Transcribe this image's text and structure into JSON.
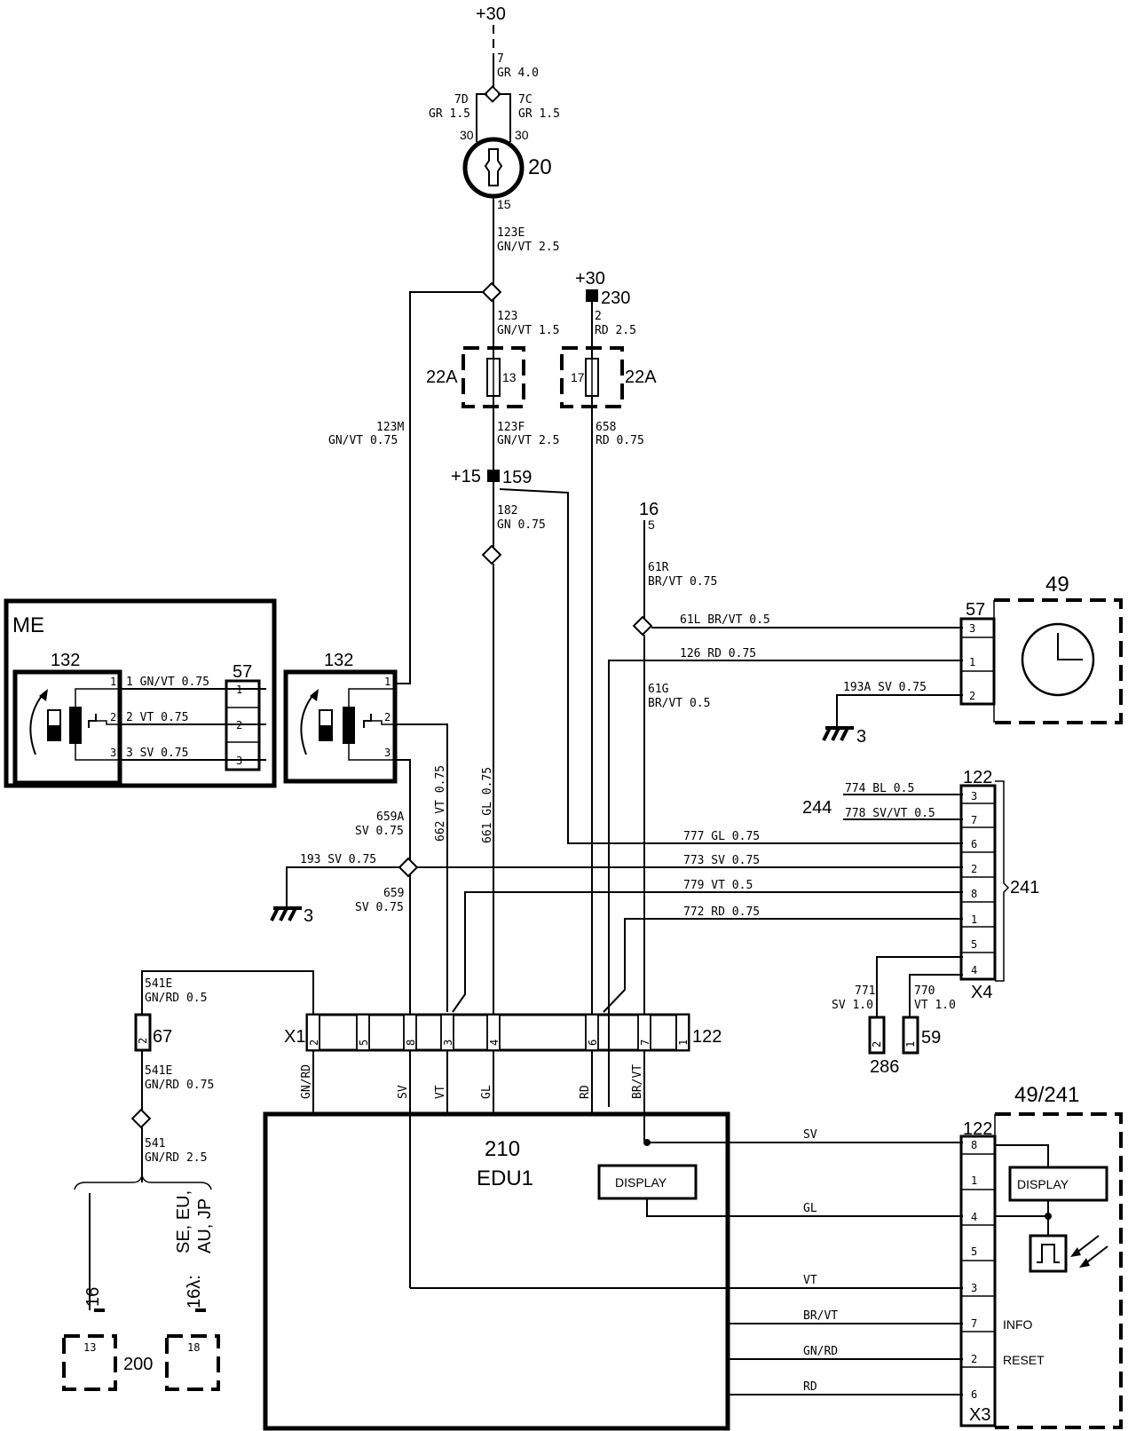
{
  "supply": {
    "top": "+30",
    "w7": "7",
    "w7c": "GR 4.0",
    "w7d": "7D",
    "w7dc": "GR 1.5",
    "w7cl": "7C",
    "w7cc": "GR 1.5",
    "t30a": "30",
    "t30b": "30",
    "switch_id": "20",
    "t15": "15",
    "w123e": "123E",
    "w123ec": "GN/VT 2.5",
    "w123": "123",
    "w123c": "GN/VT 1.5",
    "plus30b": "+30",
    "n230": "230",
    "w2": "2",
    "w2c": "RD 2.5",
    "fuse_l": "22A",
    "fuse_l_pin": "13",
    "fuse_r": "22A",
    "fuse_r_pin": "17",
    "w123f": "123F",
    "w123fc": "GN/VT 2.5",
    "w658": "658",
    "w658c": "RD 0.75",
    "w123m": "123M",
    "w123mc": "GN/VT 0.75",
    "plus15": "+15",
    "n159": "159",
    "w182": "182",
    "w182c": "GN 0.75",
    "n16": "16",
    "n16p": "5",
    "w61r": "61R",
    "w61rc": "BR/VT 0.75",
    "w61l": "61L BR/VT 0.5",
    "w126": "126 RD 0.75",
    "w61g": "61G",
    "w61gc": "BR/VT 0.5",
    "w193a": "193A SV 0.75",
    "gnd3a": "3"
  },
  "me_box": {
    "title": "ME",
    "sensor_id": "132",
    "conn": "57",
    "pins": [
      "1",
      "2",
      "3"
    ],
    "wires": [
      "1 GN/VT 0.75",
      "2 VT 0.75",
      "3 SV 0.75"
    ],
    "conn_pins": [
      "1",
      "2",
      "3"
    ]
  },
  "sensor2": {
    "id": "132",
    "pins": [
      "1",
      "2",
      "3"
    ]
  },
  "clock": {
    "id": "49",
    "conn": "57",
    "pins": [
      "3",
      "1",
      "2"
    ]
  },
  "c122": {
    "id": "122",
    "group": "241",
    "x4": "X4",
    "n244": "244",
    "pins": [
      "3",
      "7",
      "6",
      "2",
      "8",
      "1",
      "5",
      "4"
    ],
    "w774": "774 BL 0.5",
    "w778": "778 SV/VT 0.5",
    "w777": "777 GL 0.75",
    "w773": "773 SV 0.75",
    "w779": "779 VT 0.5",
    "w772": "772 RD 0.75",
    "w771": "771",
    "w771c": "SV 1.0",
    "w770": "770",
    "w770c": "VT 1.0",
    "c286": "286",
    "c59": "59",
    "c286pin": "2",
    "c59pin": "1"
  },
  "mid": {
    "w659a": "659A",
    "w659ac": "SV 0.75",
    "w193": "193 SV 0.75",
    "w659": "659",
    "w659c": "SV 0.75",
    "gnd3": "3",
    "w662": "662 VT 0.75",
    "w661": "661 GL 0.75"
  },
  "x1": {
    "label": "X1",
    "end": "122",
    "pins": [
      "2",
      "5",
      "8",
      "3",
      "4",
      "6",
      "7",
      "1"
    ],
    "down": [
      "GN/RD",
      "SV",
      "VT",
      "GL",
      "RD",
      "BR/VT"
    ]
  },
  "left": {
    "w541e": "541E",
    "w541ec": "GN/RD 0.5",
    "c67": "67",
    "c67pin": "2",
    "w541e2": "541E",
    "w541e2c": "GN/RD 0.75",
    "w541": "541",
    "w541c": "GN/RD 2.5",
    "markets1": "SE, EU,",
    "markets2": "AU, JP",
    "m16": "16",
    "m16l": "16λ:",
    "c200": "200",
    "p13": "13",
    "p18": "18"
  },
  "edu": {
    "id": "210",
    "name": "EDU1",
    "display": "DISPLAY"
  },
  "panel": {
    "id": "49/241",
    "conn": "122",
    "x3": "X3",
    "display": "DISPLAY",
    "pins": [
      "8",
      "1",
      "4",
      "5",
      "3",
      "7",
      "2",
      "6"
    ],
    "w_sv": "SV",
    "w_gl": "GL",
    "w_vt": "VT",
    "w_brvt": "BR/VT",
    "w_gnrd": "GN/RD",
    "w_rd": "RD",
    "info": "INFO",
    "reset": "RESET"
  }
}
